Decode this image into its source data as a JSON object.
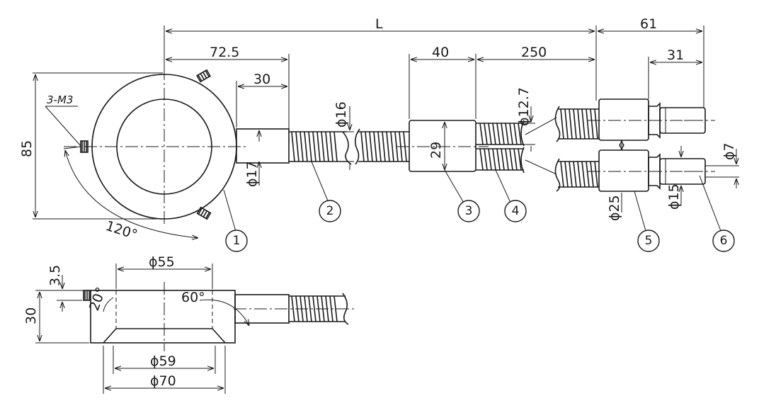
{
  "dimensions": {
    "L": "L",
    "d61": "61",
    "d72_5": "72.5",
    "d40": "40",
    "d250": "250",
    "d31": "31",
    "d30_top": "30",
    "phi16": "ϕ16",
    "phi12_7": "ϕ12.7",
    "d85": "85",
    "m3": "3-M3",
    "d29": "29",
    "phi17": "ϕ17",
    "phi7": "ϕ7",
    "phi25": "ϕ25",
    "phi15": "ϕ15",
    "angle120": "120°",
    "phi55": "ϕ55",
    "d3_5": "3.5",
    "d30_side": "30",
    "angle20": "20°",
    "angle60": "60°",
    "phi59": "ϕ59",
    "phi70": "ϕ70"
  },
  "balloons": [
    {
      "label": "1"
    },
    {
      "label": "2"
    },
    {
      "label": "3"
    },
    {
      "label": "4"
    },
    {
      "label": "5"
    },
    {
      "label": "6"
    }
  ]
}
